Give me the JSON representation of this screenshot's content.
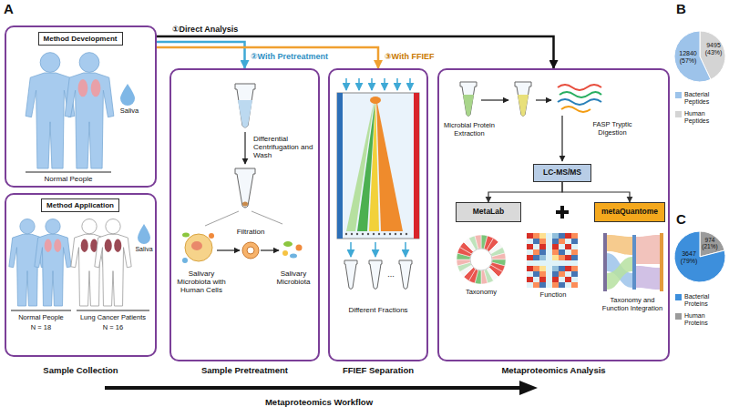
{
  "diagram": {
    "nodes": [
      {
        "text": [
          "Normal People",
          "Saliva"
        ]
      },
      {
        "text": [
          "Method Development"
        ],
        "in": 0
      },
      {
        "text": [
          "Normal People",
          "N = 18",
          "Lung Cancer Patients",
          "N = 16",
          "Saliva"
        ]
      },
      {
        "text": [
          "Method Application"
        ],
        "in": 2
      },
      {
        "text": [
          "Differential Centrifugation and Wash",
          "Filtration",
          "Salivary Microbiota with Human Cells",
          "Salivary Microbiota"
        ]
      },
      {
        "text": [
          "...",
          "Different Fractions"
        ]
      },
      {
        "text": [
          "Microbial Protein Extraction",
          "FASP Tryptic Digestion",
          "Taxonomy",
          "Function",
          "Taxonomy and Function Integration"
        ]
      },
      {
        "text": [
          "LC-MS/MS"
        ],
        "in": 6
      },
      {
        "text": [
          "MetaLab"
        ],
        "in": 6
      },
      {
        "text": [
          "metaQuantome"
        ],
        "in": 6
      }
    ],
    "edges": [
      {
        "from": 0,
        "to": 6,
        "arrow": "to",
        "label": "①Direct Analysis"
      },
      {
        "from": 0,
        "to": 4,
        "arrow": "to",
        "label": "②With Pretreatment"
      },
      {
        "from": 0,
        "to": 5,
        "arrow": "to",
        "label": "③With FFIEF"
      },
      {
        "from": 7,
        "to": 8,
        "arrow": "to"
      },
      {
        "from": 7,
        "to": 9,
        "arrow": "to"
      }
    ],
    "labels": [
      "A",
      "Sample Collection",
      "Sample Pretreatment",
      "FFIEF Separation",
      "Metaproteomics Analysis",
      "Metaproteomics Workflow",
      "B",
      "12840 (57%)",
      "9495 (43%)",
      "C",
      "3647 (79%)",
      "974 (21%)"
    ],
    "legend": [
      {
        "text": "Bacterial Peptides",
        "color": "#9dc3ea"
      },
      {
        "text": "Human Peptides",
        "color": "#d4d4d4"
      },
      {
        "text": "Bacterial Proteins",
        "color": "#3d8fdc"
      },
      {
        "text": "Human Proteins",
        "color": "#9b9b9b"
      }
    ]
  }
}
